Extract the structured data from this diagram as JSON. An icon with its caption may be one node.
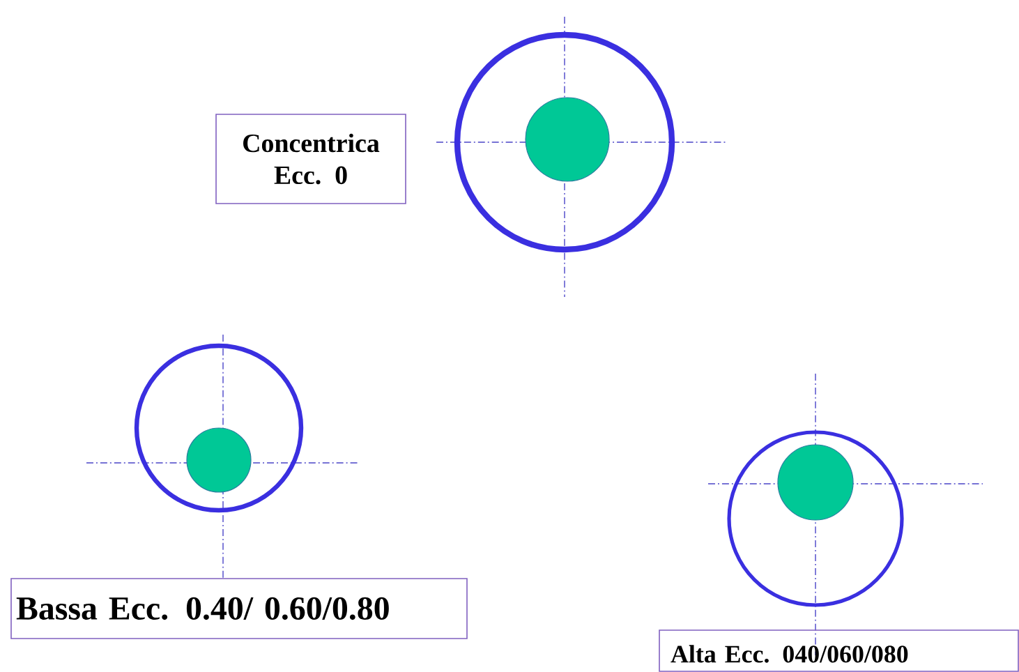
{
  "diagram": {
    "nodes": [
      {
        "text": [
          "Concentrica Ecc. 0"
        ]
      },
      {
        "text": [
          "Bassa Ecc. 0.40/ 0.60/0.80"
        ]
      },
      {
        "text": [
          "Alta Ecc. 040/060/080"
        ]
      }
    ]
  }
}
